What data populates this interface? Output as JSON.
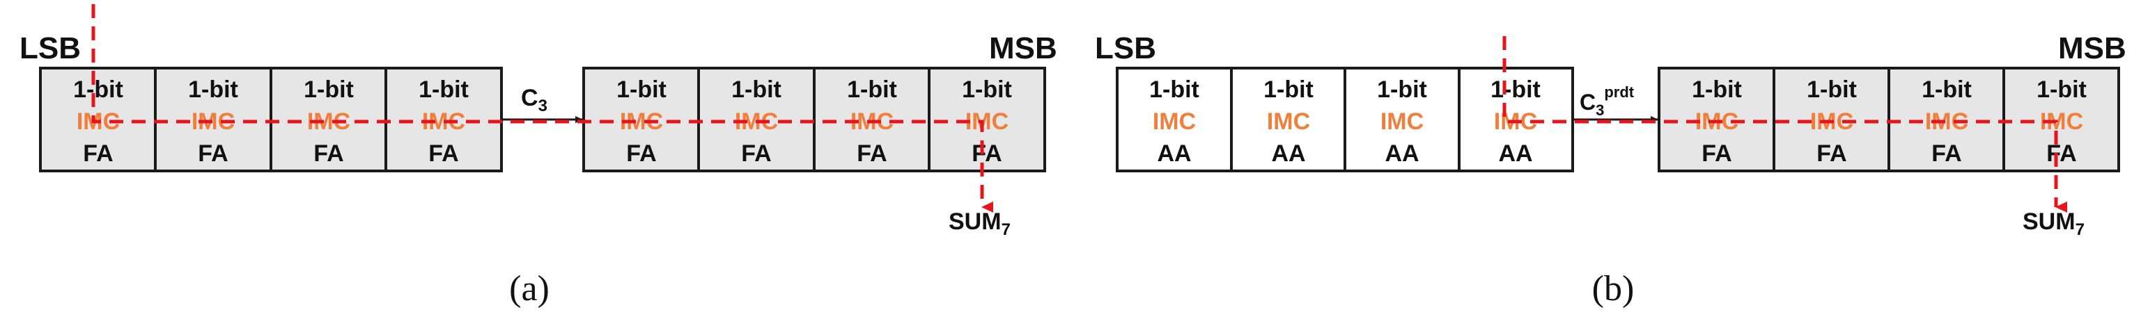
{
  "colors": {
    "cell_gray": "#e6e6e6",
    "cell_white": "#ffffff",
    "stroke": "#1a1a1a",
    "imc_orange": "#f07f3c",
    "path_red": "#e8141b",
    "text": "#111111"
  },
  "panel_a": {
    "lsb_label": "LSB",
    "msb_label": "MSB",
    "carry_label": "C",
    "carry_sub": "3",
    "sum_label": "SUM",
    "sum_sub": "7",
    "caption": "(a)",
    "left_group": [
      {
        "bit": "1-bit",
        "imc": "IMC",
        "adder": "FA"
      },
      {
        "bit": "1-bit",
        "imc": "IMC",
        "adder": "FA"
      },
      {
        "bit": "1-bit",
        "imc": "IMC",
        "adder": "FA"
      },
      {
        "bit": "1-bit",
        "imc": "IMC",
        "adder": "FA"
      }
    ],
    "right_group": [
      {
        "bit": "1-bit",
        "imc": "IMC",
        "adder": "FA"
      },
      {
        "bit": "1-bit",
        "imc": "IMC",
        "adder": "FA"
      },
      {
        "bit": "1-bit",
        "imc": "IMC",
        "adder": "FA"
      },
      {
        "bit": "1-bit",
        "imc": "IMC",
        "adder": "FA"
      }
    ]
  },
  "panel_b": {
    "lsb_label": "LSB",
    "msb_label": "MSB",
    "carry_label": "C",
    "carry_sub": "3",
    "carry_sup": "prdt",
    "sum_label": "SUM",
    "sum_sub": "7",
    "caption": "(b)",
    "left_group": [
      {
        "bit": "1-bit",
        "imc": "IMC",
        "adder": "AA"
      },
      {
        "bit": "1-bit",
        "imc": "IMC",
        "adder": "AA"
      },
      {
        "bit": "1-bit",
        "imc": "IMC",
        "adder": "AA"
      },
      {
        "bit": "1-bit",
        "imc": "IMC",
        "adder": "AA"
      }
    ],
    "right_group": [
      {
        "bit": "1-bit",
        "imc": "IMC",
        "adder": "FA"
      },
      {
        "bit": "1-bit",
        "imc": "IMC",
        "adder": "FA"
      },
      {
        "bit": "1-bit",
        "imc": "IMC",
        "adder": "FA"
      },
      {
        "bit": "1-bit",
        "imc": "IMC",
        "adder": "FA"
      }
    ]
  }
}
